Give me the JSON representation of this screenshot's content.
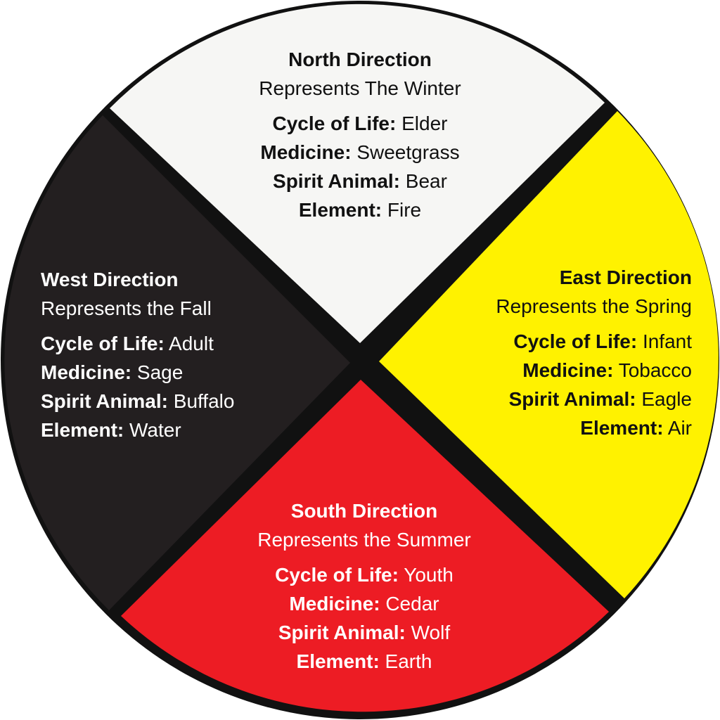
{
  "colors": {
    "north": "#f6f6f4",
    "east": "#fff200",
    "south": "#ed1c24",
    "west": "#231f20",
    "outline": "#111111"
  },
  "north": {
    "heading": "North Direction",
    "subtitle": "Represents The Winter",
    "rows": [
      {
        "label": "Cycle of Life:",
        "value": "Elder"
      },
      {
        "label": "Medicine:",
        "value": "Sweetgrass"
      },
      {
        "label": "Spirit Animal:",
        "value": "Bear"
      },
      {
        "label": "Element:",
        "value": "Fire"
      }
    ]
  },
  "west": {
    "heading": "West Direction",
    "subtitle": "Represents the Fall",
    "rows": [
      {
        "label": "Cycle of Life:",
        "value": "Adult"
      },
      {
        "label": "Medicine:",
        "value": "Sage"
      },
      {
        "label": "Spirit Animal:",
        "value": "Buffalo"
      },
      {
        "label": "Element:",
        "value": "Water"
      }
    ]
  },
  "east": {
    "heading": "East Direction",
    "subtitle": "Represents the Spring",
    "rows": [
      {
        "label": "Cycle of Life:",
        "value": "Infant"
      },
      {
        "label": "Medicine:",
        "value": "Tobacco"
      },
      {
        "label": "Spirit Animal:",
        "value": "Eagle"
      },
      {
        "label": "Element:",
        "value": "Air"
      }
    ]
  },
  "south": {
    "heading": "South Direction",
    "subtitle": "Represents the Summer",
    "rows": [
      {
        "label": "Cycle of Life:",
        "value": "Youth"
      },
      {
        "label": "Medicine:",
        "value": "Cedar"
      },
      {
        "label": "Spirit Animal:",
        "value": "Wolf"
      },
      {
        "label": "Element:",
        "value": "Earth"
      }
    ]
  }
}
